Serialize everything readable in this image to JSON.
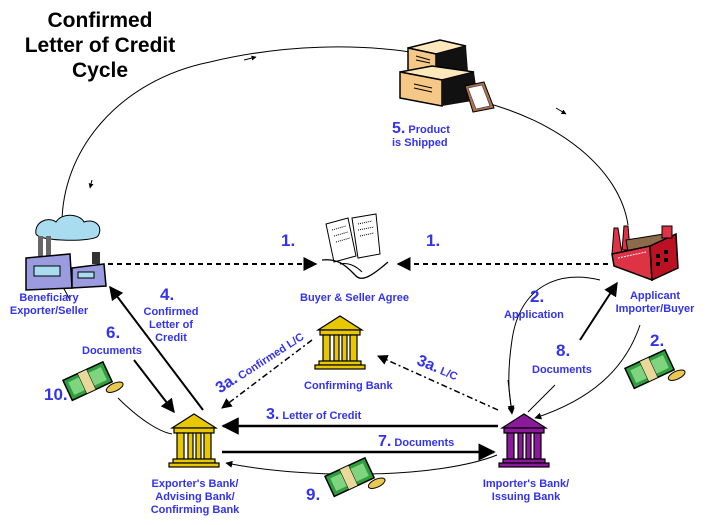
{
  "title": {
    "line1": "Confirmed",
    "line2": "Letter of Credit",
    "line3": "Cycle"
  },
  "parties": {
    "beneficiary": {
      "line1": "Beneficiary",
      "line2": "Exporter/Seller",
      "icon": "factory-icon",
      "color": "#9999dd"
    },
    "applicant": {
      "line1": "Applicant",
      "line2": "Importer/Buyer",
      "icon": "red-factory-icon",
      "color": "#cc2233"
    },
    "agreement": {
      "label": "Buyer & Seller Agree",
      "icon": "handshake-contract-icon"
    },
    "confirming_bank": {
      "label": "Confirming Bank",
      "icon": "bank-icon",
      "color": "#e8c800"
    },
    "exporters_bank": {
      "line1": "Exporter's Bank/",
      "line2": "Advising Bank/",
      "line3": "Confirming Bank",
      "icon": "bank-icon",
      "color": "#e8c800"
    },
    "importers_bank": {
      "line1": "Importer's Bank/",
      "line2": "Issuing Bank",
      "icon": "bank-icon",
      "color": "#8b1a9b"
    },
    "shipment": {
      "icon": "boxes-icon"
    }
  },
  "steps": {
    "s1_left": {
      "num": "1."
    },
    "s1_right": {
      "num": "1."
    },
    "s2_app": {
      "num": "2.",
      "label": "Application"
    },
    "s2_money": {
      "num": "2."
    },
    "s3": {
      "num": "3.",
      "label": "Letter of Credit"
    },
    "s3a_left": {
      "num": "3a.",
      "label": "Confirmed L/C"
    },
    "s3a_right": {
      "num": "3a.",
      "label": "L/C"
    },
    "s4": {
      "num": "4.",
      "line1": "Confirmed",
      "line2": "Letter of",
      "line3": "Credit"
    },
    "s5": {
      "num": "5.",
      "line1": "Product",
      "line2": "is Shipped"
    },
    "s6": {
      "num": "6.",
      "label": "Documents"
    },
    "s7": {
      "num": "7.",
      "label": "Documents"
    },
    "s8": {
      "num": "8.",
      "label": "Documents"
    },
    "s9": {
      "num": "9."
    },
    "s10": {
      "num": "10."
    }
  },
  "colors": {
    "label": "#3333ee",
    "money_green": "#2e9e3e",
    "box_tan": "#f5c887"
  }
}
